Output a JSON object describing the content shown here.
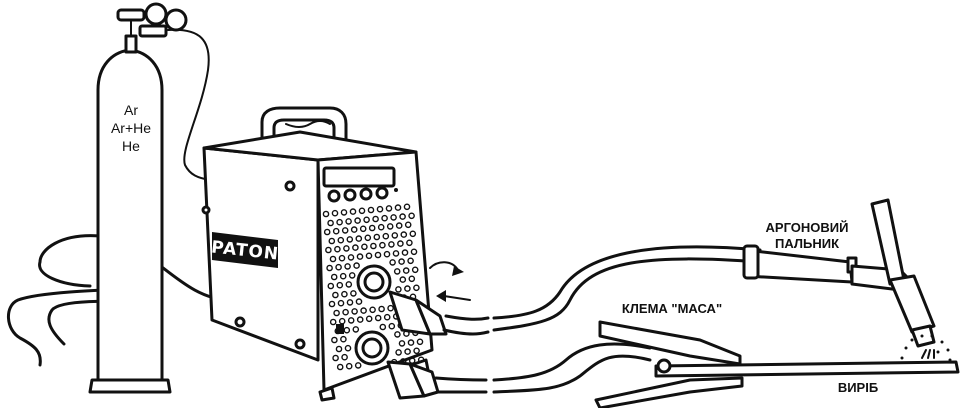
{
  "cylinder": {
    "gases": [
      "Ar",
      "Ar+He",
      "He"
    ]
  },
  "machine": {
    "brand": "PATON"
  },
  "labels": {
    "torch": [
      "АРГОНОВИЙ",
      "ПАЛЬНИК"
    ],
    "clamp": "КЛЕМА \"МАСА\"",
    "workpiece": "ВИРІБ"
  },
  "colors": {
    "ink": "#111111",
    "background": "#ffffff"
  }
}
